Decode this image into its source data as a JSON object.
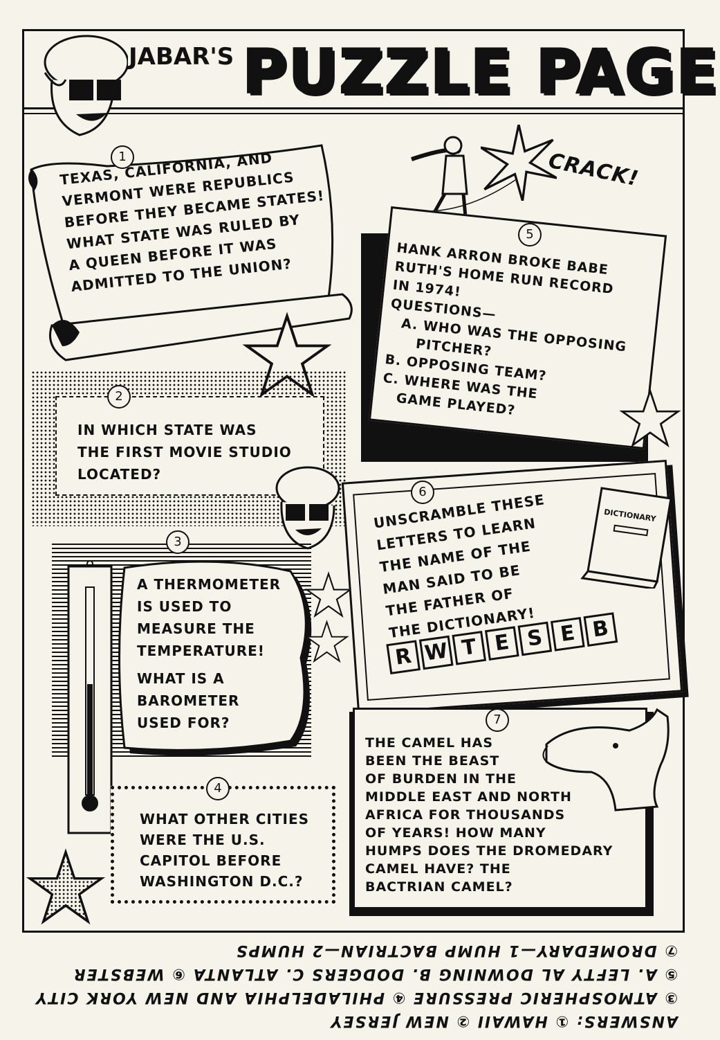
{
  "header": {
    "jabars": "JABAR'S",
    "title": "PUZZLE PAGE"
  },
  "sfx": {
    "crack": "CRACK!"
  },
  "puzzles": [
    {
      "num": "1",
      "lines": [
        "TEXAS, CALIFORNIA, AND",
        "VERMONT WERE REPUBLICS",
        "BEFORE THEY BECAME STATES!",
        "WHAT STATE WAS RULED BY",
        "A QUEEN BEFORE IT WAS",
        "ADMITTED TO THE UNION?"
      ]
    },
    {
      "num": "2",
      "lines": [
        "IN WHICH STATE WAS",
        "THE FIRST MOVIE STUDIO",
        "LOCATED?"
      ]
    },
    {
      "num": "3",
      "lines": [
        "A THERMOMETER",
        "IS USED TO",
        "MEASURE THE",
        "TEMPERATURE!",
        "WHAT IS A",
        "BAROMETER",
        "USED FOR?"
      ]
    },
    {
      "num": "4",
      "lines": [
        "WHAT OTHER CITIES",
        "WERE THE U.S.",
        "CAPITOL BEFORE",
        "WASHINGTON D.C.?"
      ]
    },
    {
      "num": "5",
      "lines": [
        "HANK ARRON BROKE BABE",
        "RUTH'S HOME RUN RECORD",
        "IN 1974!",
        "QUESTIONS—",
        "A. WHO WAS THE OPPOSING",
        "PITCHER?",
        "B. OPPOSING TEAM?",
        "C. WHERE WAS THE",
        "GAME PLAYED?"
      ]
    },
    {
      "num": "6",
      "lines": [
        "UNSCRAMBLE THESE",
        "LETTERS TO LEARN",
        "THE NAME OF THE",
        "MAN SAID TO BE",
        "THE FATHER OF",
        "THE DICTIONARY!"
      ],
      "letters": [
        "R",
        "W",
        "T",
        "E",
        "S",
        "E",
        "B"
      ],
      "book_label": "DICTIONARY"
    },
    {
      "num": "7",
      "lines": [
        "THE CAMEL HAS",
        "BEEN THE BEAST",
        "OF BURDEN IN THE",
        "MIDDLE EAST AND NORTH",
        "AFRICA FOR THOUSANDS",
        "OF YEARS! HOW MANY",
        "HUMPS DOES THE DROMEDARY",
        "CAMEL HAVE? THE",
        "BACTRIAN CAMEL?"
      ]
    }
  ],
  "answers": [
    "ANSWERS: ① HAWAII ② NEW JERSEY",
    "③ ATMOSPHERIC PRESSURE ④ PHILADELPHIA AND NEW YORK CITY",
    "⑤ A. LEFTY AL DOWNING B. DODGERS C. ATLANTA ⑥ WEBSTER",
    "⑦ DROMEDARY—1 HUMP  BACTRIAN—2 HUMPS"
  ]
}
